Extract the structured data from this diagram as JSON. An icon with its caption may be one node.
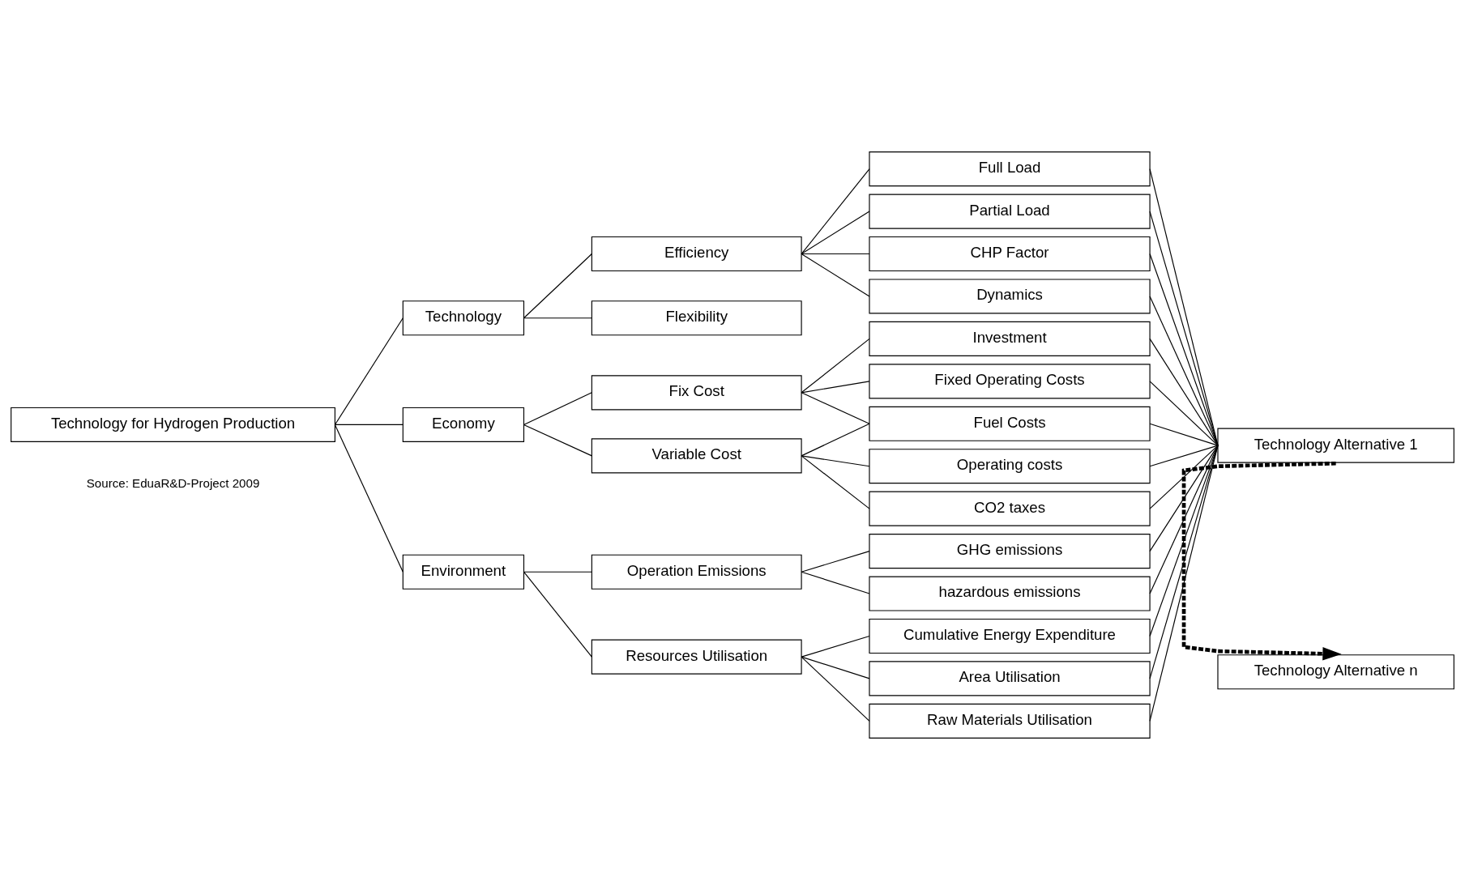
{
  "diagram": {
    "nodes": [
      {
        "text": [
          "Technology for Hydrogen Production"
        ]
      },
      {
        "text": [
          "Technology"
        ]
      },
      {
        "text": [
          "Economy"
        ]
      },
      {
        "text": [
          "Environment"
        ]
      },
      {
        "text": [
          "Efficiency"
        ]
      },
      {
        "text": [
          "Flexibility"
        ]
      },
      {
        "text": [
          "Fix Cost"
        ]
      },
      {
        "text": [
          "Variable Cost"
        ]
      },
      {
        "text": [
          "Operation Emissions"
        ]
      },
      {
        "text": [
          "Resources Utilisation"
        ]
      },
      {
        "text": [
          "Full Load"
        ]
      },
      {
        "text": [
          "Partial Load"
        ]
      },
      {
        "text": [
          "CHP Factor"
        ]
      },
      {
        "text": [
          "Dynamics"
        ]
      },
      {
        "text": [
          "Investment"
        ]
      },
      {
        "text": [
          "Fixed Operating Costs"
        ]
      },
      {
        "text": [
          "Fuel Costs"
        ]
      },
      {
        "text": [
          "Operating costs"
        ]
      },
      {
        "text": [
          "CO2 taxes"
        ]
      },
      {
        "text": [
          "GHG emissions"
        ]
      },
      {
        "text": [
          "hazardous emissions"
        ]
      },
      {
        "text": [
          "Cumulative Energy Expenditure"
        ]
      },
      {
        "text": [
          "Area Utilisation"
        ]
      },
      {
        "text": [
          "Raw Materials Utilisation"
        ]
      },
      {
        "text": [
          "Technology Alternative 1"
        ]
      },
      {
        "text": [
          "Technology Alternative n"
        ]
      }
    ],
    "edges": [
      {
        "from": 0,
        "to": 1,
        "arrow": "none"
      },
      {
        "from": 0,
        "to": 2,
        "arrow": "none"
      },
      {
        "from": 0,
        "to": 3,
        "arrow": "none"
      },
      {
        "from": 1,
        "to": 4,
        "arrow": "none"
      },
      {
        "from": 1,
        "to": 5,
        "arrow": "none"
      },
      {
        "from": 2,
        "to": 6,
        "arrow": "none"
      },
      {
        "from": 2,
        "to": 7,
        "arrow": "none"
      },
      {
        "from": 3,
        "to": 8,
        "arrow": "none"
      },
      {
        "from": 3,
        "to": 9,
        "arrow": "none"
      },
      {
        "from": 4,
        "to": 10,
        "arrow": "none"
      },
      {
        "from": 4,
        "to": 11,
        "arrow": "none"
      },
      {
        "from": 4,
        "to": 12,
        "arrow": "none"
      },
      {
        "from": 4,
        "to": 13,
        "arrow": "none"
      },
      {
        "from": 6,
        "to": 14,
        "arrow": "none"
      },
      {
        "from": 6,
        "to": 15,
        "arrow": "none"
      },
      {
        "from": 6,
        "to": 16,
        "arrow": "none"
      },
      {
        "from": 7,
        "to": 16,
        "arrow": "none"
      },
      {
        "from": 7,
        "to": 17,
        "arrow": "none"
      },
      {
        "from": 7,
        "to": 18,
        "arrow": "none"
      },
      {
        "from": 8,
        "to": 19,
        "arrow": "none"
      },
      {
        "from": 8,
        "to": 20,
        "arrow": "none"
      },
      {
        "from": 9,
        "to": 21,
        "arrow": "none"
      },
      {
        "from": 9,
        "to": 22,
        "arrow": "none"
      },
      {
        "from": 9,
        "to": 23,
        "arrow": "none"
      },
      {
        "from": 10,
        "to": 24,
        "arrow": "none"
      },
      {
        "from": 11,
        "to": 24,
        "arrow": "none"
      },
      {
        "from": 12,
        "to": 24,
        "arrow": "none"
      },
      {
        "from": 13,
        "to": 24,
        "arrow": "none"
      },
      {
        "from": 14,
        "to": 24,
        "arrow": "none"
      },
      {
        "from": 15,
        "to": 24,
        "arrow": "none"
      },
      {
        "from": 16,
        "to": 24,
        "arrow": "none"
      },
      {
        "from": 17,
        "to": 24,
        "arrow": "none"
      },
      {
        "from": 18,
        "to": 24,
        "arrow": "none"
      },
      {
        "from": 19,
        "to": 24,
        "arrow": "none"
      },
      {
        "from": 20,
        "to": 24,
        "arrow": "none"
      },
      {
        "from": 21,
        "to": 24,
        "arrow": "none"
      },
      {
        "from": 22,
        "to": 24,
        "arrow": "none"
      },
      {
        "from": 23,
        "to": 24,
        "arrow": "none"
      },
      {
        "from": 24,
        "to": 25,
        "arrow": "to",
        "style": "dashed"
      }
    ],
    "labels": [
      "Source: EduaR&D-Project 2009"
    ]
  }
}
